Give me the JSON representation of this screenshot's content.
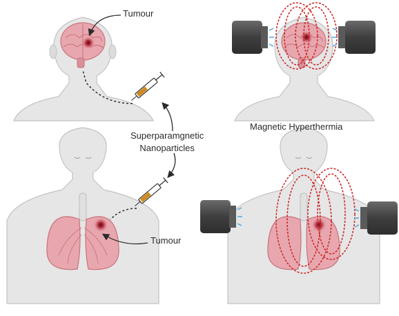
{
  "labels": {
    "tumour_top": "Tumour",
    "nanoparticles_line1": "Superparamgnetic",
    "nanoparticles_line2": "Nanoparticles",
    "magnetic_hyperthermia": "Magnetic Hyperthermia",
    "tumour_bottom": "Tumour"
  },
  "icons": {
    "syringe": "syringe-icon",
    "magnet": "electromagnet-icon",
    "brain": "brain-icon",
    "lungs": "lungs-icon",
    "tumour": "tumour-icon"
  },
  "colors": {
    "skin": "#e6e6e6",
    "skin_outline": "#c2c2c2",
    "organ": "#e8a7ae",
    "organ_dark": "#c9717c",
    "tumour": "#b32b3a",
    "field_lines": "#cc2a2a",
    "magnet_body": "#4b4b4b",
    "magnet_emission": "#4aa8e0",
    "syringe_fluid": "#d08a1e",
    "arrow": "#2b2b2b"
  }
}
